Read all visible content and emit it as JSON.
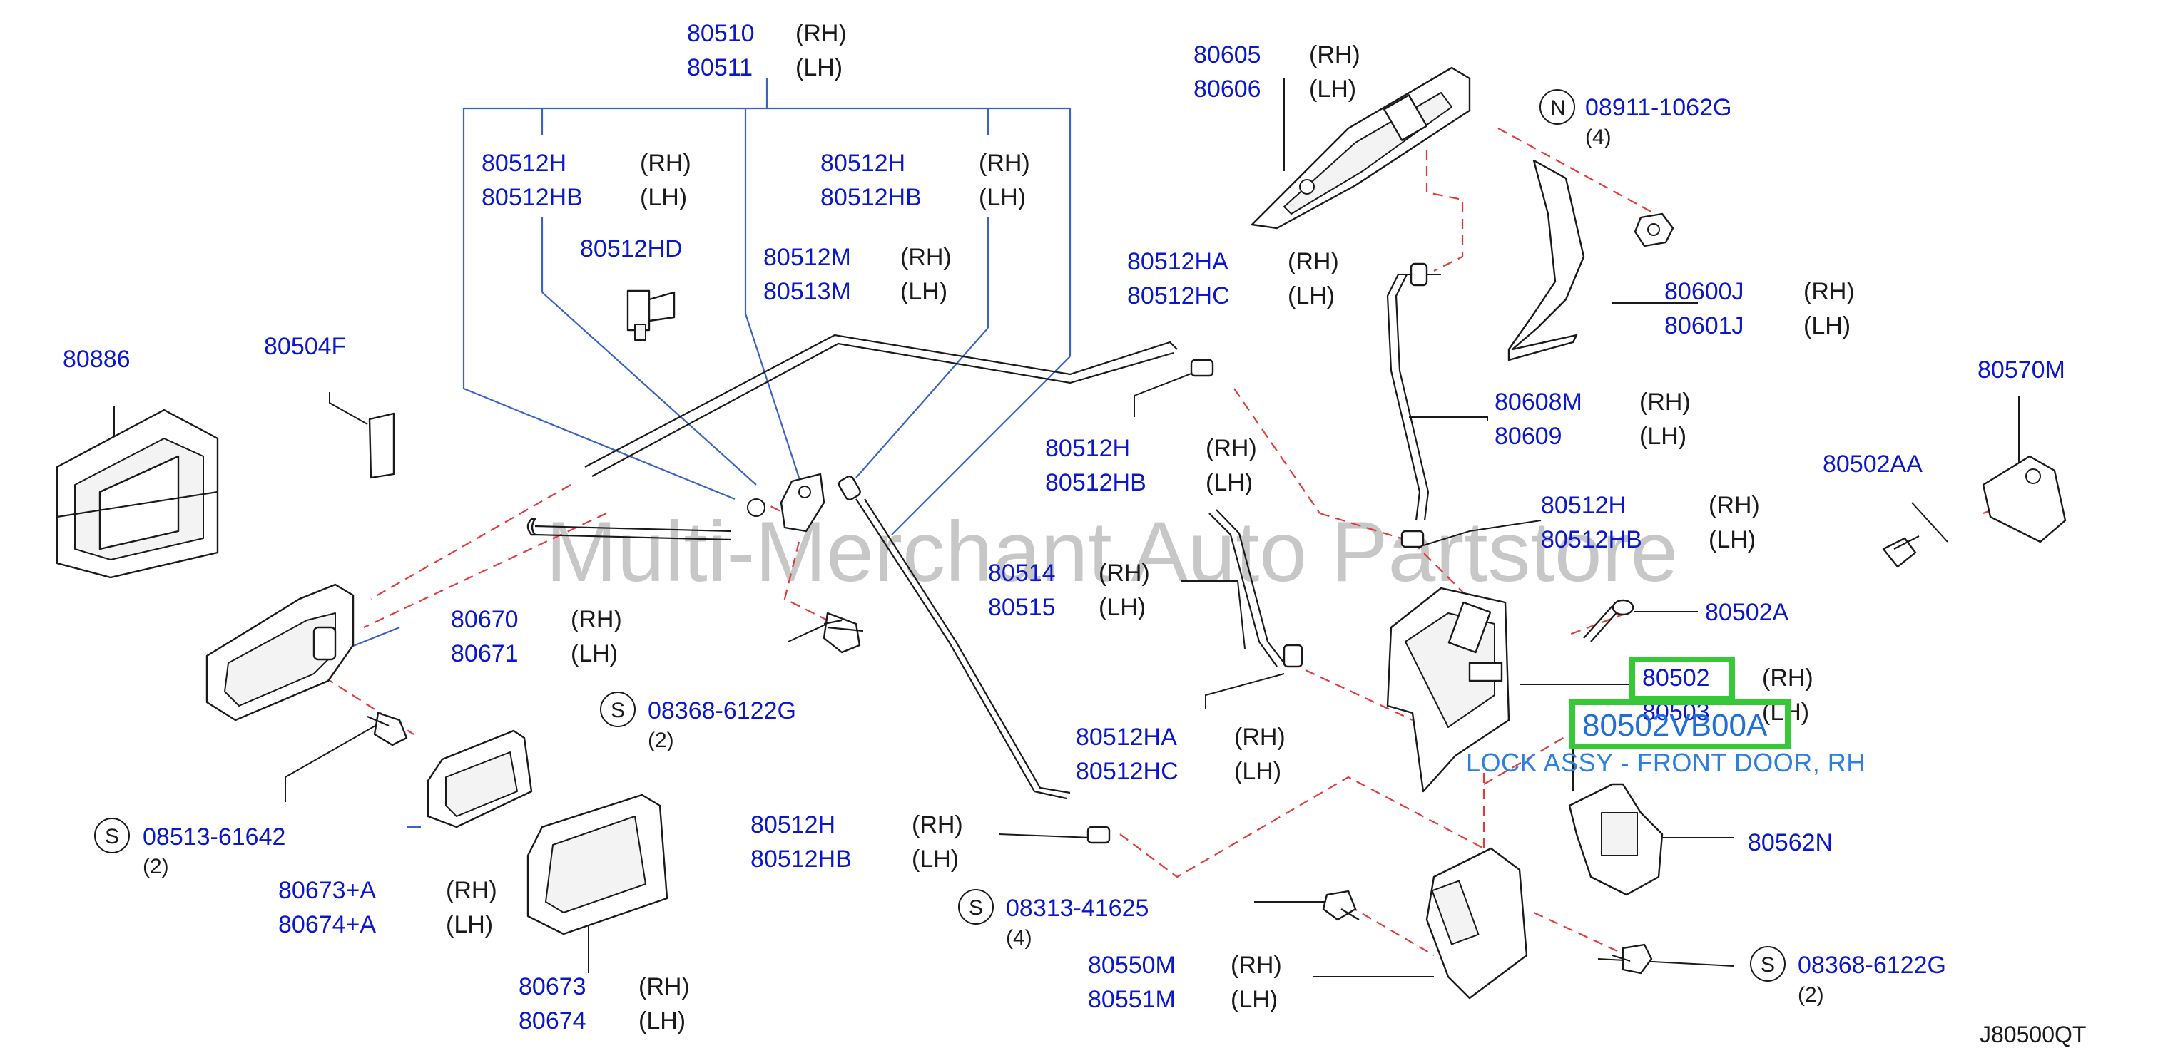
{
  "watermark": "Multi-Merchant Auto Partstore",
  "diagram_code": "J80500QT",
  "selected_part": {
    "part_number": "80502VB00A",
    "description": "LOCK ASSY - FRONT DOOR, RH"
  },
  "callouts": [
    {
      "id": "c1",
      "lines": [
        [
          "80510",
          "(RH)"
        ],
        [
          "80511",
          "(LH)"
        ]
      ]
    },
    {
      "id": "c2",
      "lines": [
        [
          "80512H",
          "(RH)"
        ],
        [
          "80512HB",
          "(LH)"
        ]
      ]
    },
    {
      "id": "c3",
      "lines": [
        [
          "80512H",
          "(RH)"
        ],
        [
          "80512HB",
          "(LH)"
        ]
      ]
    },
    {
      "id": "c4",
      "lines": [
        [
          "80512HD",
          ""
        ]
      ]
    },
    {
      "id": "c5",
      "lines": [
        [
          "80512M",
          "(RH)"
        ],
        [
          "80513M",
          "(LH)"
        ]
      ]
    },
    {
      "id": "c6",
      "lines": [
        [
          "80886",
          ""
        ]
      ]
    },
    {
      "id": "c7",
      "lines": [
        [
          "80504F",
          ""
        ]
      ]
    },
    {
      "id": "c8",
      "lines": [
        [
          "80605",
          "(RH)"
        ],
        [
          "80606",
          "(LH)"
        ]
      ]
    },
    {
      "id": "c9",
      "lines": [
        [
          "80512HA",
          "(RH)"
        ],
        [
          "80512HC",
          "(LH)"
        ]
      ]
    },
    {
      "id": "c10",
      "lines": [
        [
          "80600J",
          "(RH)"
        ],
        [
          "80601J",
          "(LH)"
        ]
      ]
    },
    {
      "id": "c11",
      "lines": [
        [
          "80570M",
          ""
        ]
      ]
    },
    {
      "id": "c12",
      "lines": [
        [
          "80608M",
          "(RH)"
        ],
        [
          "80609",
          "(LH)"
        ]
      ]
    },
    {
      "id": "c13",
      "lines": [
        [
          "80512H",
          "(RH)"
        ],
        [
          "80512HB",
          "(LH)"
        ]
      ]
    },
    {
      "id": "c14",
      "lines": [
        [
          "80502AA",
          ""
        ]
      ]
    },
    {
      "id": "c15",
      "lines": [
        [
          "80512H",
          "(RH)"
        ],
        [
          "80512HB",
          "(LH)"
        ]
      ]
    },
    {
      "id": "c16",
      "lines": [
        [
          "80514",
          "(RH)"
        ],
        [
          "80515",
          "(LH)"
        ]
      ]
    },
    {
      "id": "c17",
      "lines": [
        [
          "80502A",
          ""
        ]
      ]
    },
    {
      "id": "c18",
      "lines": [
        [
          "80670",
          "(RH)"
        ],
        [
          "80671",
          "(LH)"
        ]
      ]
    },
    {
      "id": "c19",
      "lines": [
        [
          "80502",
          "(RH)"
        ],
        [
          "80503",
          "(LH)"
        ]
      ]
    },
    {
      "id": "c20",
      "lines": [
        [
          "80512HA",
          "(RH)"
        ],
        [
          "80512HC",
          "(LH)"
        ]
      ]
    },
    {
      "id": "c21",
      "lines": [
        [
          "80562N",
          ""
        ]
      ]
    },
    {
      "id": "c22",
      "lines": [
        [
          "80512H",
          "(RH)"
        ],
        [
          "80512HB",
          "(LH)"
        ]
      ]
    },
    {
      "id": "c23",
      "lines": [
        [
          "80673+A",
          "(RH)"
        ],
        [
          "80674+A",
          "(LH)"
        ]
      ]
    },
    {
      "id": "c24",
      "lines": [
        [
          "80673",
          "(RH)"
        ],
        [
          "80674",
          "(LH)"
        ]
      ]
    },
    {
      "id": "c25",
      "lines": [
        [
          "80550M",
          "(RH)"
        ],
        [
          "80551M",
          "(LH)"
        ]
      ]
    }
  ],
  "fasteners": [
    {
      "id": "f1",
      "symbol": "N",
      "part": "08911-1062G",
      "qty": "(4)"
    },
    {
      "id": "f2",
      "symbol": "S",
      "part": "08368-6122G",
      "qty": "(2)"
    },
    {
      "id": "f3",
      "symbol": "S",
      "part": "08513-61642",
      "qty": "(2)"
    },
    {
      "id": "f4",
      "symbol": "S",
      "part": "08313-41625",
      "qty": "(4)"
    },
    {
      "id": "f5",
      "symbol": "S",
      "part": "08368-6122G",
      "qty": "(2)"
    }
  ],
  "colors": {
    "part_number": "#0b17cc",
    "highlight": "#37c837",
    "description": "#2e7fe0",
    "leader_dash": "#e23b3b"
  }
}
